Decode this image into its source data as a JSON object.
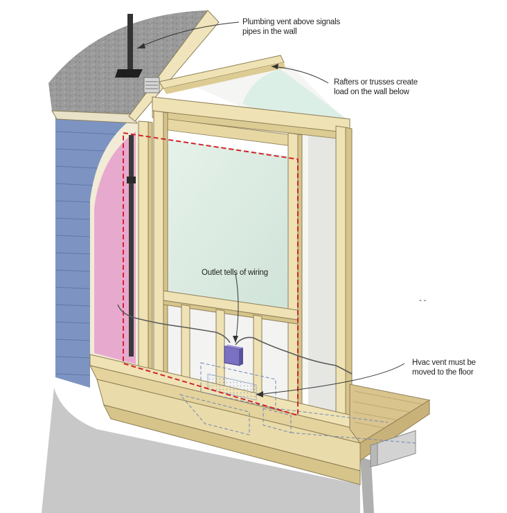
{
  "callouts": {
    "plumbing_vent": {
      "line1": "Plumbing vent above signals",
      "line2": "pipes in the wall"
    },
    "rafters": {
      "line1": "Rafters or trusses create",
      "line2": "load on the wall below"
    },
    "outlet": {
      "line1": "Outlet tells of wiring"
    },
    "hvac": {
      "line1": "Hvac vent must be",
      "line2": "moved to the floor"
    },
    "stray_mark": {
      "text": "- -"
    }
  },
  "colors": {
    "siding": "#7d94c2",
    "insulation": "#e8a9cf",
    "lumber": "#eedfae",
    "drywall": "#d8e9e0",
    "shingles": "#8e8e8e",
    "opening_outline": "#d0232a",
    "hvac_outline": "#6f86b8",
    "foundation": "#c9c9c9"
  }
}
